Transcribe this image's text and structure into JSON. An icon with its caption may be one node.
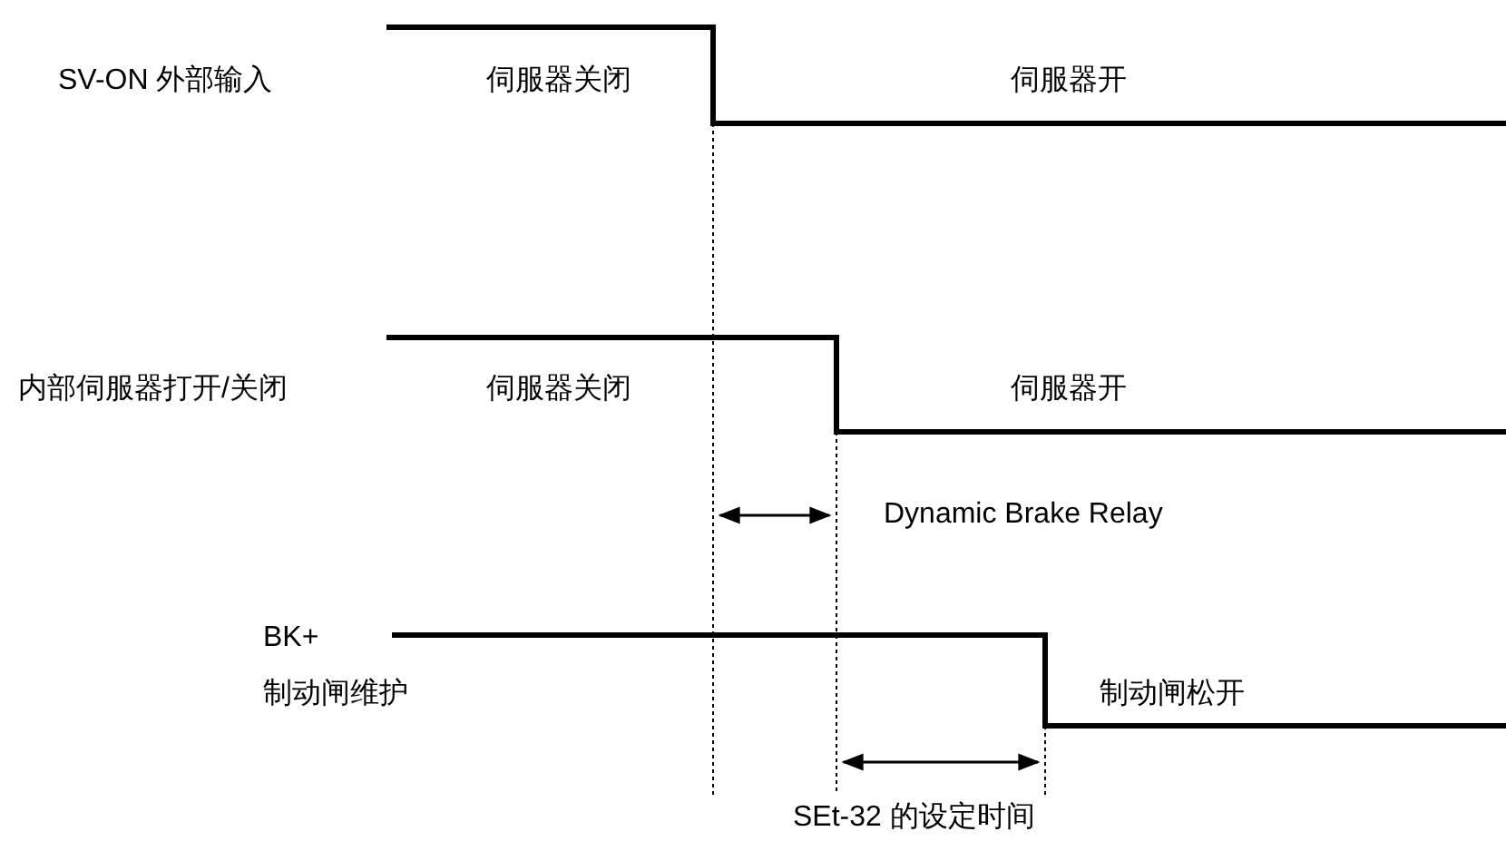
{
  "diagram": {
    "labels": [
      "SV-ON 外部输入",
      "伺服器关闭",
      "伺服器开",
      "内部伺服器打开/关闭",
      "伺服器关闭",
      "伺服器开",
      "Dynamic Brake Relay",
      "BK+",
      "制动闸维护",
      "制动闸松开",
      "SEt-32 的设定时间"
    ]
  }
}
